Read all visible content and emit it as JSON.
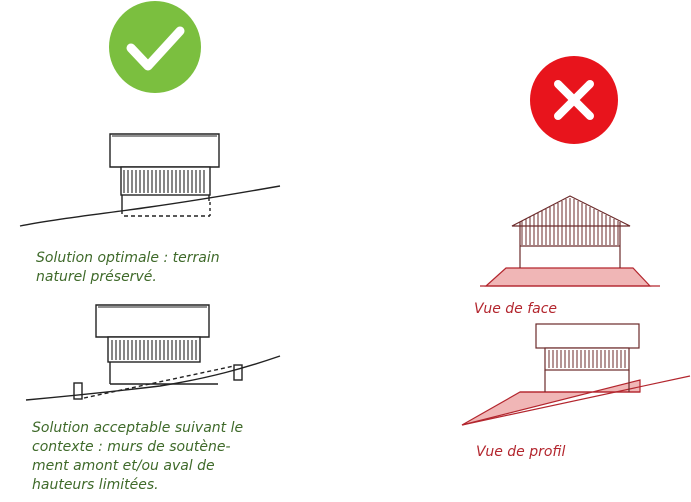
{
  "left_column": {
    "status_icon": "check-icon",
    "status_color": "#7bbf3f",
    "caption_color": "#3f6a2a",
    "caption_optimal": "Solution optimale : terrain\nnaturel préservé.",
    "caption_acceptable": "Solution acceptable suivant le\ncontexte : murs de soutène-\nment amont et/ou aval de\nhauteurs limitées."
  },
  "right_column": {
    "status_icon": "cross-icon",
    "status_color": "#e8141c",
    "caption_color": "#b3262e",
    "fill_color": "#f0b6b6",
    "caption_front": "Vue de face",
    "caption_profile": "Vue de profil"
  }
}
